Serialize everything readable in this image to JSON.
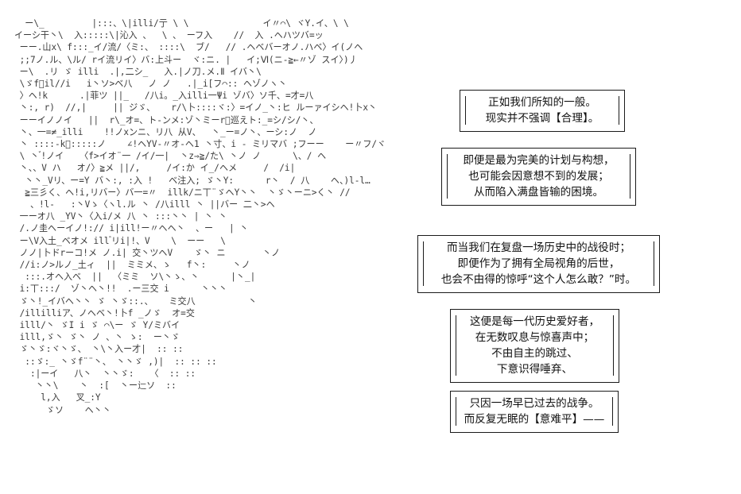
{
  "scene": {
    "kind": "shift-jis-ascii-art-scene",
    "background_color": "#ffffff",
    "art_color": "#3a3a3a",
    "text_color": "#111111",
    "border_color": "#1a1a1a"
  },
  "ascii_art": {
    "label": "character-ascii-art",
    "text": "  ー\\_         |:::、\\|illi/亍 \\ \\              イ〃⌒\\ ヾΥ.イ、\\ \\\nイーシ干丶\\  入:::::\\|沁入 、  \\ 、 ーフ入    //  入 .ヘハツバ=ッ\n ーー.山x\\ f:::_イ/流/〈ミ:、 ::::\\  ブ/   // .ヘベバーオノ.ハベ〉イ(ノヘ\n ;;7ノ.ル、\\ル/ rイ流リイ〉バ:上斗ー  ヾ:ニ. |   イ;Ⅵ(ニ-≧←〃ゾ スイ〉)丿\n ー\\  .リ ゞ illi  .|,二シ_   入.|ノ刀.メ.Ⅱ イバ丶\\\n \\ゞf゙il//i   i丶ソ>ベ八   ノ ノ   .|_i[フ⌒:: ヘゾノヽ丶\n 〉ヘ!k      .|菲ツ ||_   /八i。_入illi一Ψi ゾバ〉ソ千、=才=八\n 丶:, r)  //,|     || ジゞ、   r/\\卜::::ヾ:〉=イノ_丶:ヒ ルーァイシヘ!卜x丶\n ーーイノノイ   ||  r\\_オ=、ト-ンメ:ゾ丶ミーr゙巡えト:_=シ/シ/丶、\n 丶、一=≠_illi    !!ノxンニ、リ八 从V、  丶_ー=ノ丶、ーシ:ノ  ノ\n 丶 ::::-k゙:::::ノ    ∠!ヘΥV-〃オ-ヘ1 丶寸、i - ミリマバ ;フーー    ー〃フ/ヾ\n \\ 丶 ゙!ノイ   〈f>イオ¨一 /イ/一|  丶z⇒≧/た\\ 丶ノ ノ      \\、/ ヘ\n 丶、、V ハ   オ/〉≧メ ||/,     /イ:か イ_/ヘメ     /  /i|\n  丶丶_Vリ、ー=Υ バ丶:, :入 !   ベ注入; ゞ丶Y:      r丶  / 八    ヘ、)l-l…\n  ≧三彡く、ヘ!i,リバー〉バ一=〃  illk/ニ丅¨ゞヘΥ丶丶  丶ゞ丶ーニ>く丶 //\n   、!l-   :丶Vゝ〈ヽl.ル 丶 /八illl 丶 ||バー 二丶>ヘ\n 一ーオ八 _ΥV丶〈入i/メ 八 丶 :::丶丶 | 丶 丶\n /.ノ圭ヘーイノ!:// i|ill!ー〃ヘヘ丶  、ー   | 丶\n ー\\V入土_ベオメ ill ゙リi|!、V    \\  ーー   \\\n ノノ|卜ドrーコ!メ ノ.i| 交丶ツヘV    ゞ丶 ニ       丶ノ\n //i:ノ>ルノ_土ィ  ||  ミミメ、ゝ   f丶:     丶ノ\n  :::.オヘ入ベ  ||  〈ミミ  ソ\\丶ゝ、丶      |丶_|\n i:丅:::/  ゾ丶ヘ丶!!  .ー三交 i      丶丶丶\n ゞ丶!_イバヘ丶丶 ゞ 丶ゞ::.、   ミ交八          丶\n /illilliア、ノヘベ丶!卜f _ノゞ  オ=交\n illl/丶 ゞI i ゞ ⌒\\ー ゞ Υ/ミバイ\n illl,ゞ丶 ゞ丶 ノ 、丶 ゝ:  ー丶ゞ\n ゞ丶ゞ:ヾ丶ゞ、 丶\\丶入ー才|  :: ::\n  ::ゞ:_ 丶ゞf¨¨丶、 丶丶ゞ ,)|  :: :: ::\n   :|ーイ   八丶  丶丶ゞ:   〈  :: ::\n    丶丶\\    丶  :[  丶ー辷ソ  ::\n     l,入   叉_:Υ\n      ゞソ    ヘ丶丶"
  },
  "dialogue_boxes": [
    {
      "id": "dialogue-box-1",
      "lines": [
        "正如我们所知的一般。",
        "现实并不强调【合理】。"
      ]
    },
    {
      "id": "dialogue-box-2",
      "lines": [
        "即便是最为完美的计划与构想，",
        "也可能会因意想不到的发展；",
        "从而陷入满盘皆输的困境。"
      ]
    },
    {
      "id": "dialogue-box-3",
      "lines": [
        "而当我们在复盘一场历史中的战役时；",
        "即便作为了拥有全局视角的后世，",
        "也会不由得的惊呼“这个人怎么敢？”时。"
      ]
    },
    {
      "id": "dialogue-box-4",
      "lines": [
        "这便是每一代历史爱好者，",
        "在无数叹息与惊喜声中；",
        "不由自主的跳过、",
        "下意识得唾弃、"
      ]
    },
    {
      "id": "dialogue-box-5",
      "lines": [
        "只因一场早已过去的战争。",
        "而反复无眠的【意难平】——"
      ]
    }
  ]
}
